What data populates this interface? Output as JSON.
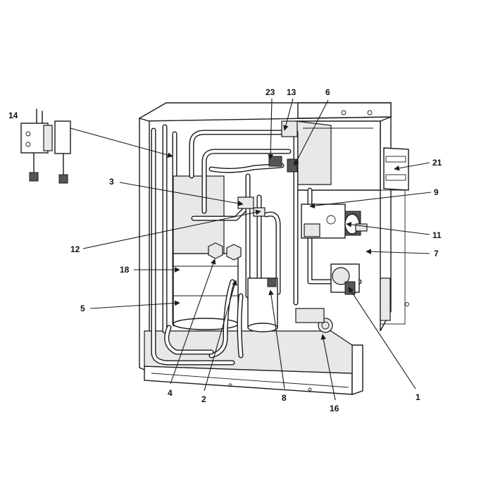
{
  "callouts": [
    {
      "id": "c14",
      "text": "14"
    },
    {
      "id": "c23",
      "text": "23"
    },
    {
      "id": "c13",
      "text": "13"
    },
    {
      "id": "c6",
      "text": "6"
    },
    {
      "id": "c21",
      "text": "21"
    },
    {
      "id": "c3",
      "text": "3"
    },
    {
      "id": "c9",
      "text": "9"
    },
    {
      "id": "c12",
      "text": "12"
    },
    {
      "id": "c11",
      "text": "11"
    },
    {
      "id": "c7",
      "text": "7"
    },
    {
      "id": "c18",
      "text": "18"
    },
    {
      "id": "c5",
      "text": "5"
    },
    {
      "id": "c4",
      "text": "4"
    },
    {
      "id": "c2",
      "text": "2"
    },
    {
      "id": "c8",
      "text": "8"
    },
    {
      "id": "c16",
      "text": "16"
    },
    {
      "id": "c1",
      "text": "1"
    }
  ]
}
